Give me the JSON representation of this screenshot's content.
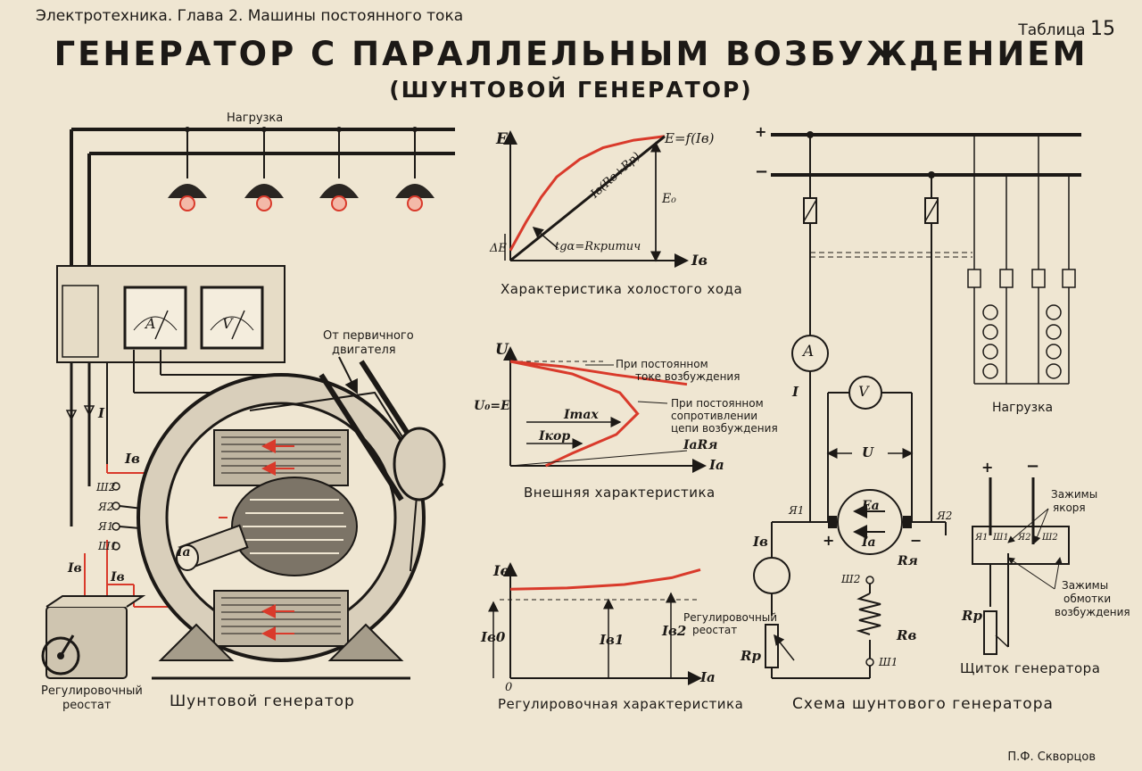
{
  "header": {
    "subject": "Электротехника. Глава 2. Машины постоянного тока",
    "table_label": "Таблица",
    "table_number": "15",
    "title": "ГЕНЕРАТОР С ПАРАЛЛЕЛЬНЫМ ВОЗБУЖДЕНИЕМ",
    "subtitle": "(ШУНТОВОЙ ГЕНЕРАТОР)"
  },
  "left_panel": {
    "load_label": "Нагрузка",
    "from_engine": [
      "От первичного",
      "двигателя"
    ],
    "ammeter_symbol": "A",
    "voltmeter_symbol": "V",
    "current_I": "I",
    "current_Iv": "Iв",
    "terminals": [
      "Ш2",
      "Я2",
      "Я1",
      "Ш1"
    ],
    "current_Ia": "Iа",
    "rheostat_label": [
      "Регулировочный",
      "реостат"
    ],
    "caption": "Шунтовой генератор"
  },
  "charts": {
    "no_load": {
      "y_label": "E",
      "x_label": "Iв",
      "curve_label": "E=f(Iв)",
      "line_label": "Iв(Rв+Rр)",
      "e0_label": "E₀",
      "de_label": "ΔE",
      "angle_label": "tgα=Rкритич",
      "caption": "Характеристика холостого хода"
    },
    "external": {
      "y_label": "U",
      "x_label": "Iа",
      "u0_label": "U₀=E",
      "imax_label": "Imax",
      "ikor_label": "Iкор",
      "iara_label": "IаRя",
      "note1": [
        "При постоянном",
        "токе возбуждения"
      ],
      "note2": [
        "При постоянном",
        "сопротивлении",
        "цепи возбуждения"
      ],
      "caption": "Внешняя характеристика"
    },
    "regulation": {
      "y_label": "Iв",
      "x_label": "Iа",
      "origin_label": "0",
      "iv0_label": "Iв0",
      "iv1_label": "Iв1",
      "iv2_label": "Iв2",
      "caption": "Регулировочная характеристика"
    }
  },
  "chart_data": [
    {
      "type": "line",
      "title": "Характеристика холостого хода",
      "xlabel": "Iв",
      "ylabel": "E",
      "series": [
        {
          "name": "E=f(Iв)",
          "x": [
            0,
            0.1,
            0.2,
            0.3,
            0.45,
            0.6,
            0.8,
            1.0
          ],
          "values": [
            0.08,
            0.3,
            0.5,
            0.66,
            0.8,
            0.89,
            0.95,
            0.98
          ]
        },
        {
          "name": "Iв(Rв+Rр)",
          "x": [
            0,
            1.0
          ],
          "values": [
            0,
            0.98
          ]
        }
      ]
    },
    {
      "type": "line",
      "title": "Внешняя характеристика",
      "xlabel": "Iа",
      "ylabel": "U",
      "series": [
        {
          "name": "При постоянном токе возбуждения",
          "x": [
            0,
            0.3,
            0.6,
            1.0
          ],
          "values": [
            1.0,
            0.95,
            0.87,
            0.78
          ]
        },
        {
          "name": "При постоянном сопротивлении цепи возбуждения",
          "x": [
            0,
            0.35,
            0.62,
            0.72,
            0.6,
            0.35,
            0.2
          ],
          "values": [
            1.0,
            0.88,
            0.7,
            0.5,
            0.3,
            0.12,
            0.0
          ]
        }
      ]
    },
    {
      "type": "line",
      "title": "Регулировочная характеристика",
      "xlabel": "Iа",
      "ylabel": "Iв",
      "series": [
        {
          "name": "",
          "x": [
            0,
            0.3,
            0.6,
            0.85,
            1.0
          ],
          "values": [
            0.78,
            0.79,
            0.82,
            0.88,
            0.95
          ]
        }
      ]
    }
  ],
  "right_panel": {
    "plus": "+",
    "minus": "−",
    "ammeter": "A",
    "voltmeter": "V",
    "current_I": "I",
    "u_label": "U",
    "ya1": "Я1",
    "ya2": "Я2",
    "ea": "Eа",
    "ia": "Iа",
    "ra": "Rя",
    "iv": "Iв",
    "sh2": "Ш2",
    "sh1": "Ш1",
    "rv": "Rв",
    "rp": "Rр",
    "rheostat_label": [
      "Регулировочный",
      "реостат"
    ],
    "load_label": "Нагрузка",
    "caption": "Схема шунтового генератора"
  },
  "board": {
    "terminals": [
      "Я1",
      "Ш1",
      "Я2",
      "Ш2"
    ],
    "anchor_terminals_label": [
      "Зажимы",
      "якоря"
    ],
    "field_terminals_label": [
      "Зажимы",
      "обмотки",
      "возбуждения"
    ],
    "rp": "Rр",
    "caption": "Щиток генератора"
  },
  "footer": {
    "author": "П.Ф. Скворцов"
  },
  "colors": {
    "paper": "#efe6d2",
    "ink": "#1c1916",
    "accent_red": "#d93a2b"
  }
}
